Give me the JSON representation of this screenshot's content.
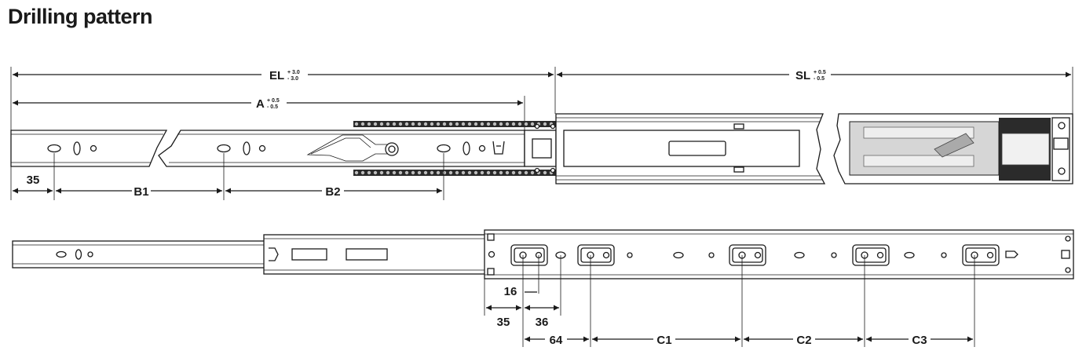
{
  "title": "Drilling pattern",
  "top_view": {
    "el": {
      "label": "EL",
      "tol_plus": "+ 3.0",
      "tol_minus": "- 3.0"
    },
    "sl": {
      "label": "SL",
      "tol_plus": "+ 0.5",
      "tol_minus": "- 0.5"
    },
    "a": {
      "label": "A",
      "tol_plus": "+ 0.5",
      "tol_minus": "- 0.5"
    },
    "d35": "35",
    "b1": "B1",
    "b2": "B2"
  },
  "bottom_view": {
    "d16": "16",
    "d35": "35",
    "d36": "36",
    "d64": "64",
    "c1": "C1",
    "c2": "C2",
    "c3": "C3"
  }
}
